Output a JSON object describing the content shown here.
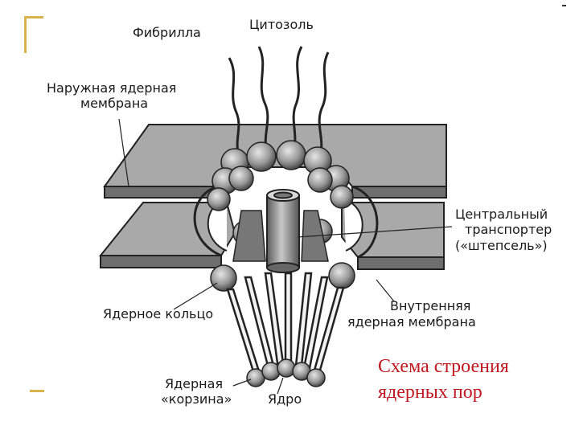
{
  "diagram": {
    "labels": {
      "fibrilla": "Фибрилла",
      "cytosol": "Цитозоль",
      "outer_membrane_l1": "Наружная ядерная",
      "outer_membrane_l2": "мембрана",
      "central_transporter_l1": "Центральный",
      "central_transporter_l2": "транспортер",
      "central_transporter_l3": "(«штепсель»)",
      "nuclear_ring": "Ядерное кольцо",
      "inner_membrane_l1": "Внутренняя",
      "inner_membrane_l2": "ядерная мембрана",
      "nuclear_basket_l1": "Ядерная",
      "nuclear_basket_l2": "«корзина»",
      "nucleus": "Ядро"
    },
    "caption_l1": "Схема строения",
    "caption_l2": "ядерных пор"
  },
  "colors": {
    "caption": "#c0181e",
    "membrane_fill": "#8c8c8c",
    "accent_bracket": "#d8b24a"
  }
}
